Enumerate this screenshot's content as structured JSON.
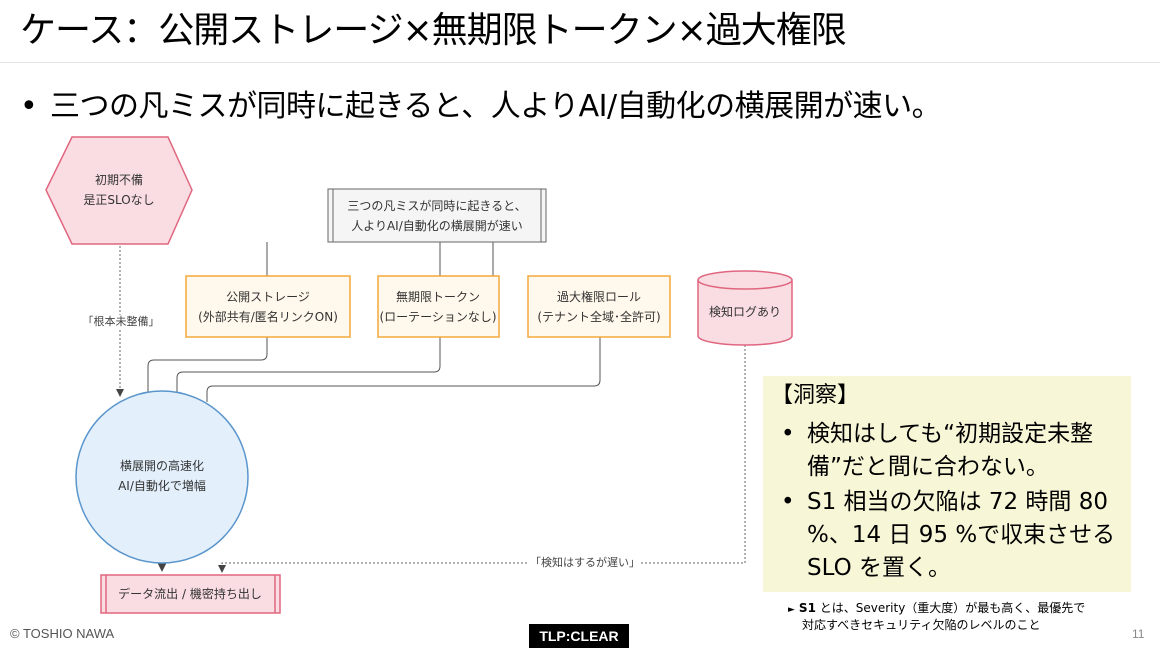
{
  "slide": {
    "title": "ケース：公開ストレージ×無期限トークン×過大権限",
    "bullet": "三つの凡ミスが同時に起きると、人よりAI/自動化の横展開が速い。"
  },
  "diagram": {
    "hexagon": {
      "line1": "初期不備",
      "line2": "是正SLOなし"
    },
    "top_box": {
      "line1": "三つの凡ミスが同時に起きると、",
      "line2": "人よりAI/自動化の横展開が速い"
    },
    "storage": {
      "line1": "公開ストレージ",
      "line2": "(外部共有/匿名リンクON)"
    },
    "token": {
      "line1": "無期限トークン",
      "line2": "(ローテーションなし)"
    },
    "role": {
      "line1": "過大権限ロール",
      "line2": "(テナント全域･全許可)"
    },
    "log": {
      "label": "検知ログあり"
    },
    "circle": {
      "line1": "横展開の高速化",
      "line2": "AI/自動化で増幅"
    },
    "outcome": {
      "label": "データ流出 / 機密持ち出し"
    },
    "edge_root": "「根本未整備」",
    "edge_late": "「検知はするが遅い」"
  },
  "insight": {
    "heading": "【洞察】",
    "bullet_mark": "•",
    "items": [
      "検知はしても“初期設定未整備”だと間に合わない。",
      "S1 相当の欠陥は 72 時間 80 %、14 日 95 %で収束させる SLO を置く。"
    ]
  },
  "footnote": {
    "marker": "►",
    "bold": "S1",
    "line1": " とは、Severity（重大度）が最も高く、最優先で",
    "line2": "対応すべきセキュリティ欠陥のレベルのこと"
  },
  "footer": {
    "copyright": "© TOSHIO NAWA",
    "tlp": "TLP:CLEAR",
    "page": "11"
  },
  "colors": {
    "pink_fill": "#f9dde3",
    "pink_stroke": "#e0667f",
    "orange_fill": "#fff8ec",
    "orange_stroke": "#f3a93b",
    "blue_fill": "#e3f0fb",
    "blue_stroke": "#5a95cc",
    "insight_bg": "#f7f6d6"
  }
}
